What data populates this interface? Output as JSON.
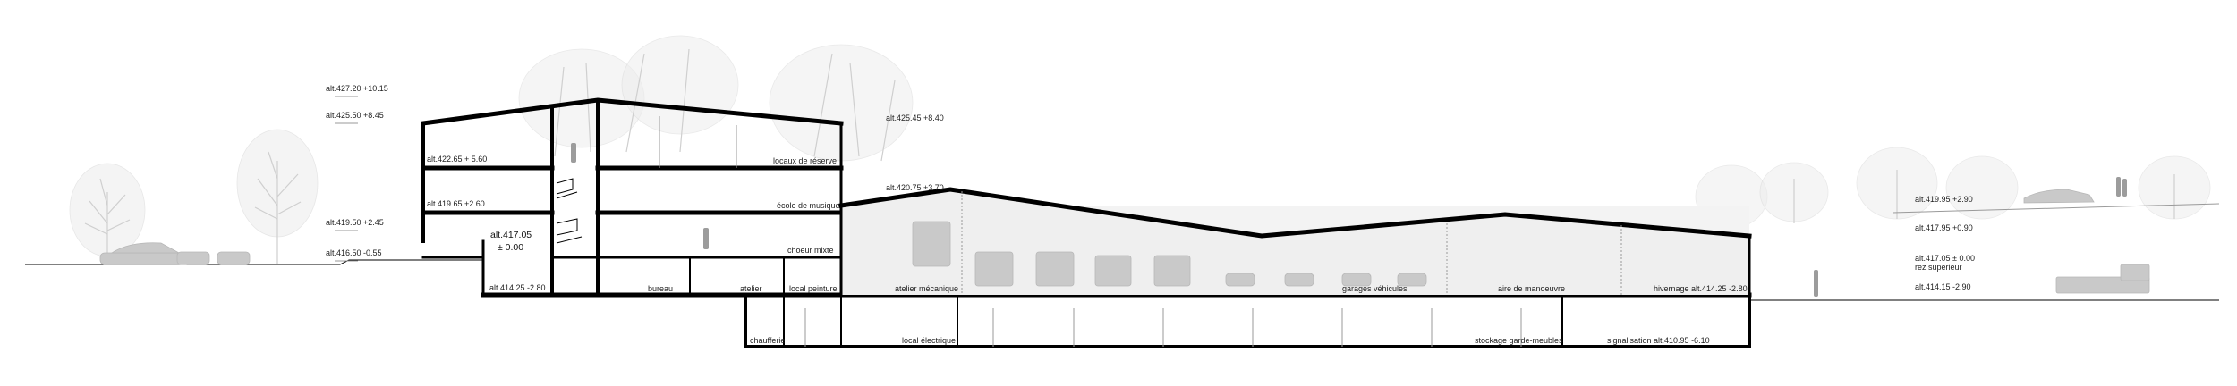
{
  "levels": {
    "left": [
      {
        "id": "lv-427",
        "text": "alt.427.20 +10.15"
      },
      {
        "id": "lv-425",
        "text": "alt.425.50 +8.45"
      },
      {
        "id": "lv-419-50",
        "text": "alt.419.50 +2.45"
      },
      {
        "id": "lv-416",
        "text": "alt.416.50 -0.55"
      }
    ],
    "inner": [
      {
        "id": "lv-422",
        "text": "alt.422.65 + 5.60"
      },
      {
        "id": "lv-419-65",
        "text": "alt.419.65 +2.60"
      },
      {
        "id": "lv-414-25",
        "text": "alt.414.25 -2.80"
      }
    ],
    "zero": {
      "line1": "alt.417.05",
      "line2": "± 0.00"
    },
    "mid": [
      {
        "id": "lv-425-45",
        "text": "alt.425.45 +8.40"
      },
      {
        "id": "lv-420",
        "text": "alt.420.75 +3.70"
      }
    ],
    "right": [
      {
        "id": "lv-419-95",
        "text": "alt.419.95 +2.90"
      },
      {
        "id": "lv-417-95",
        "text": "alt.417.95 +0.90"
      },
      {
        "id": "lv-417-05",
        "text": "alt.417.05 ± 0.00"
      },
      {
        "id": "lv-rez",
        "text": "rez superieur"
      },
      {
        "id": "lv-414-15",
        "text": "alt.414.15 -2.90"
      }
    ]
  },
  "rooms": {
    "locaux_reserve": "locaux de réserve",
    "ecole_musique": "école de musique",
    "choeur_mixte": "choeur mixte",
    "bureau": "bureau",
    "atelier": "atelier",
    "local_peinture": "local peinture",
    "atelier_mecanique": "atelier mécanique",
    "garages_vehicules": "garages véhicules",
    "aire_manoeuvre": "aire de manoeuvre",
    "hivernage": "hivernage alt.414.25 -2.80",
    "chaufferie": "chaufferie",
    "local_electrique": "local électrique",
    "stockage": "stockage garde-meubles",
    "signalisation": "signalisation alt.410.95 -6.10"
  }
}
